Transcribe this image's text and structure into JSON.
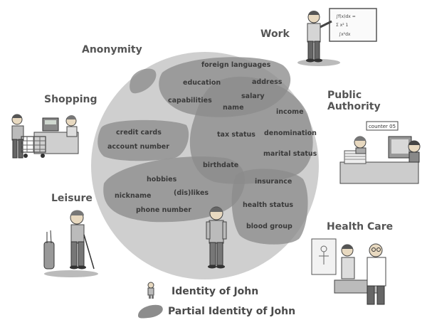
{
  "contexts": {
    "work": "Work",
    "anonymity": "Anonymity",
    "shopping": "Shopping",
    "public_authority": [
      "Public",
      "Authority"
    ],
    "leisure": "Leisure",
    "health_care": "Health Care"
  },
  "attributes": {
    "foreign_languages": "foreign languages",
    "education": "education",
    "address": "address",
    "capabilities": "capabilities",
    "salary": "salary",
    "name": "name",
    "income": "income",
    "credit_cards": "credit cards",
    "account_number": "account number",
    "tax_status": "tax status",
    "denomination": "denomination",
    "marital_status": "marital status",
    "birthdate": "birthdate",
    "hobbies": "hobbies",
    "insurance": "insurance",
    "nickname": "nickname",
    "dislikes": "(dis)likes",
    "phone_number": "phone number",
    "health_status": "health status",
    "blood_group": "blood group"
  },
  "counter_sign": "counter 05",
  "legend": {
    "identity": "Identity of John",
    "partial": "Partial Identity of John"
  },
  "colors": {
    "big_circle": "#cfcfcf",
    "partial_region": "#8c8c8c",
    "text": "#3a3a3a"
  }
}
